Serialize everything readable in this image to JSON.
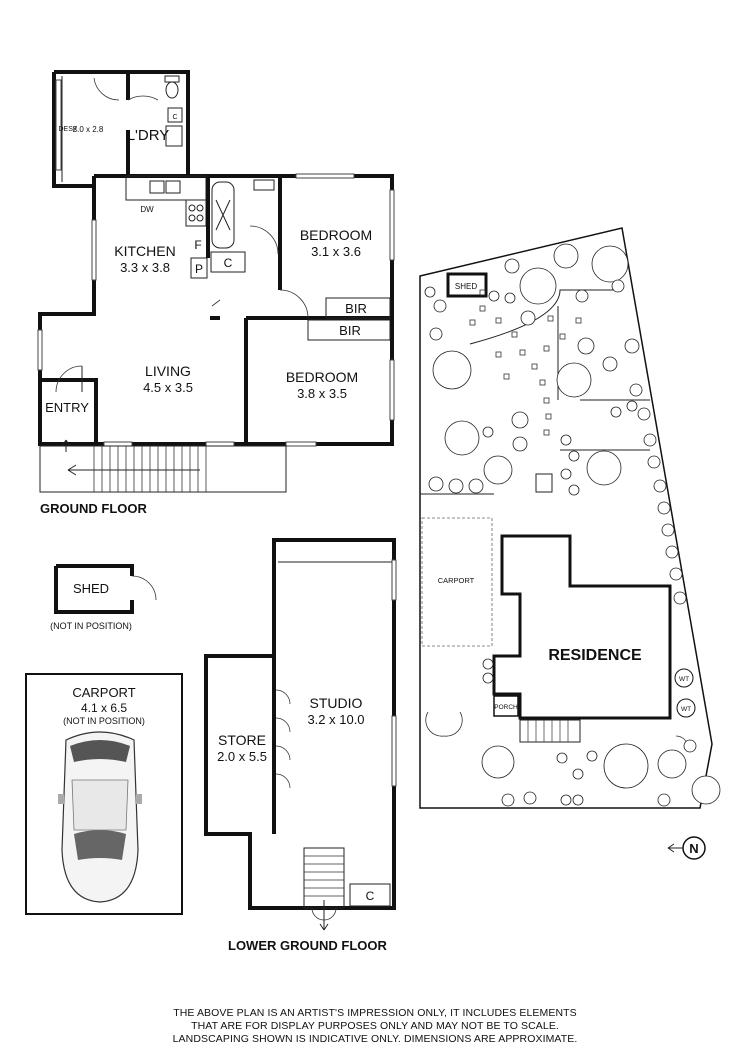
{
  "ground_floor": {
    "heading": "GROUND FLOOR",
    "rooms": {
      "laundry": "L'DRY",
      "desk": "DESK",
      "desk_dims": "2.0 x 2.8",
      "kitchen": "KITCHEN",
      "kitchen_dims": "3.3 x 3.8",
      "living": "LIVING",
      "living_dims": "4.5 x 3.5",
      "entry": "ENTRY",
      "bedroom1": "BEDROOM",
      "bedroom1_dims": "3.1 x 3.6",
      "bedroom2": "BEDROOM",
      "bedroom2_dims": "3.8 x 3.5",
      "bir1": "BIR",
      "bir2": "BIR"
    },
    "fixtures": {
      "dw": "DW",
      "fridge": "F",
      "pantry": "P",
      "cupboard": "C",
      "laundry_cupboard": "C"
    }
  },
  "shed": {
    "label": "SHED",
    "note": "(NOT IN POSITION)"
  },
  "carport": {
    "label": "CARPORT",
    "dims": "4.1 x 6.5",
    "note": "(NOT IN POSITION)"
  },
  "lower_ground_floor": {
    "heading": "LOWER GROUND FLOOR",
    "studio": "STUDIO",
    "studio_dims": "3.2 x 10.0",
    "store": "STORE",
    "store_dims": "2.0 x 5.5",
    "cupboard": "C"
  },
  "site_plan": {
    "residence": "RESIDENCE",
    "carport": "CARPORT",
    "shed": "SHED",
    "porch": "PORCH",
    "water_tank_1": "WT",
    "water_tank_2": "WT",
    "north": "N"
  },
  "disclaimer": {
    "line1": "THE ABOVE PLAN IS AN ARTIST'S IMPRESSION ONLY, IT INCLUDES ELEMENTS",
    "line2": "THAT ARE FOR DISPLAY PURPOSES ONLY AND MAY NOT BE TO SCALE.",
    "line3": "LANDSCAPING SHOWN IS INDICATIVE ONLY. DIMENSIONS ARE APPROXIMATE."
  }
}
